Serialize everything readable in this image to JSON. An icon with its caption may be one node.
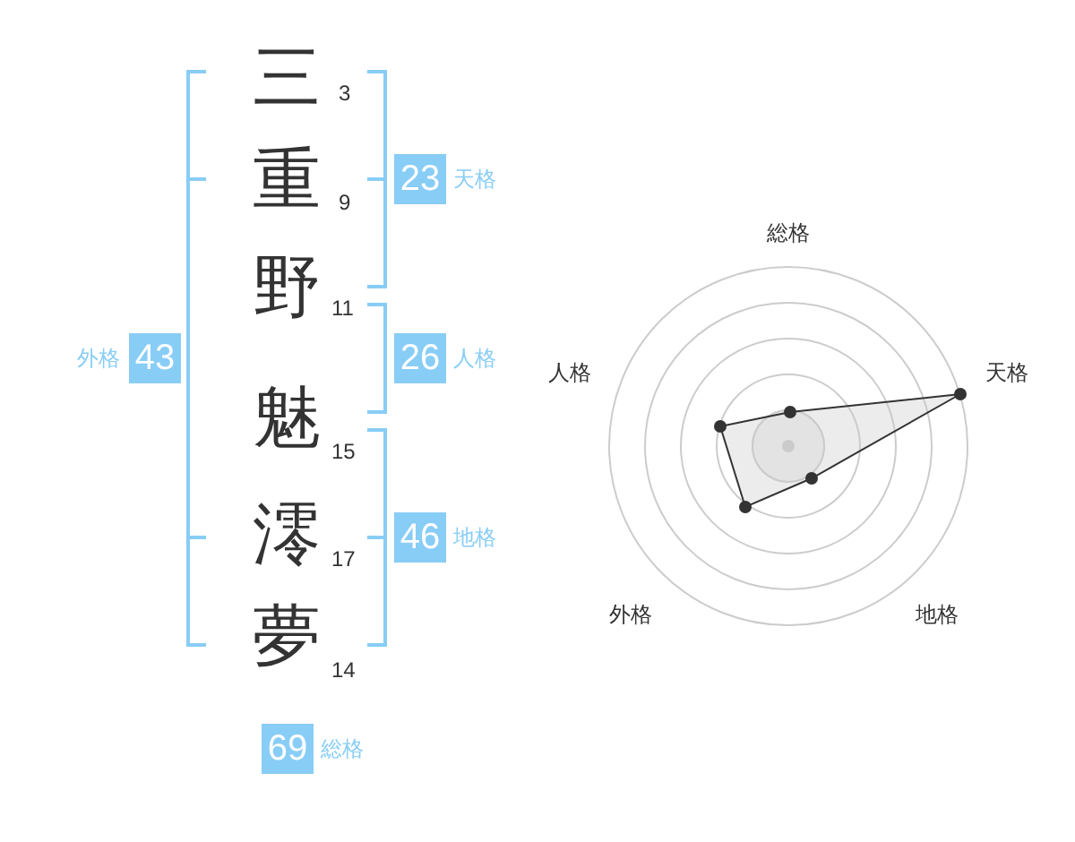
{
  "diagram": {
    "nodes": [
      {
        "text": [
          "23"
        ],
        "beside": [
          "天格"
        ]
      },
      {
        "text": [
          "43"
        ],
        "beside": [
          "外格"
        ]
      },
      {
        "text": [
          "26"
        ],
        "beside": [
          "人格"
        ]
      },
      {
        "text": [
          "46"
        ],
        "beside": [
          "地格"
        ]
      },
      {
        "text": [
          "69"
        ],
        "beside": [
          "総格"
        ]
      }
    ],
    "labels": [
      "三",
      "3",
      "重",
      "9",
      "野",
      "11",
      "魅",
      "15",
      "澪",
      "17",
      "夢",
      "14",
      "総格",
      "人格",
      "天格",
      "外格",
      "地格"
    ]
  }
}
